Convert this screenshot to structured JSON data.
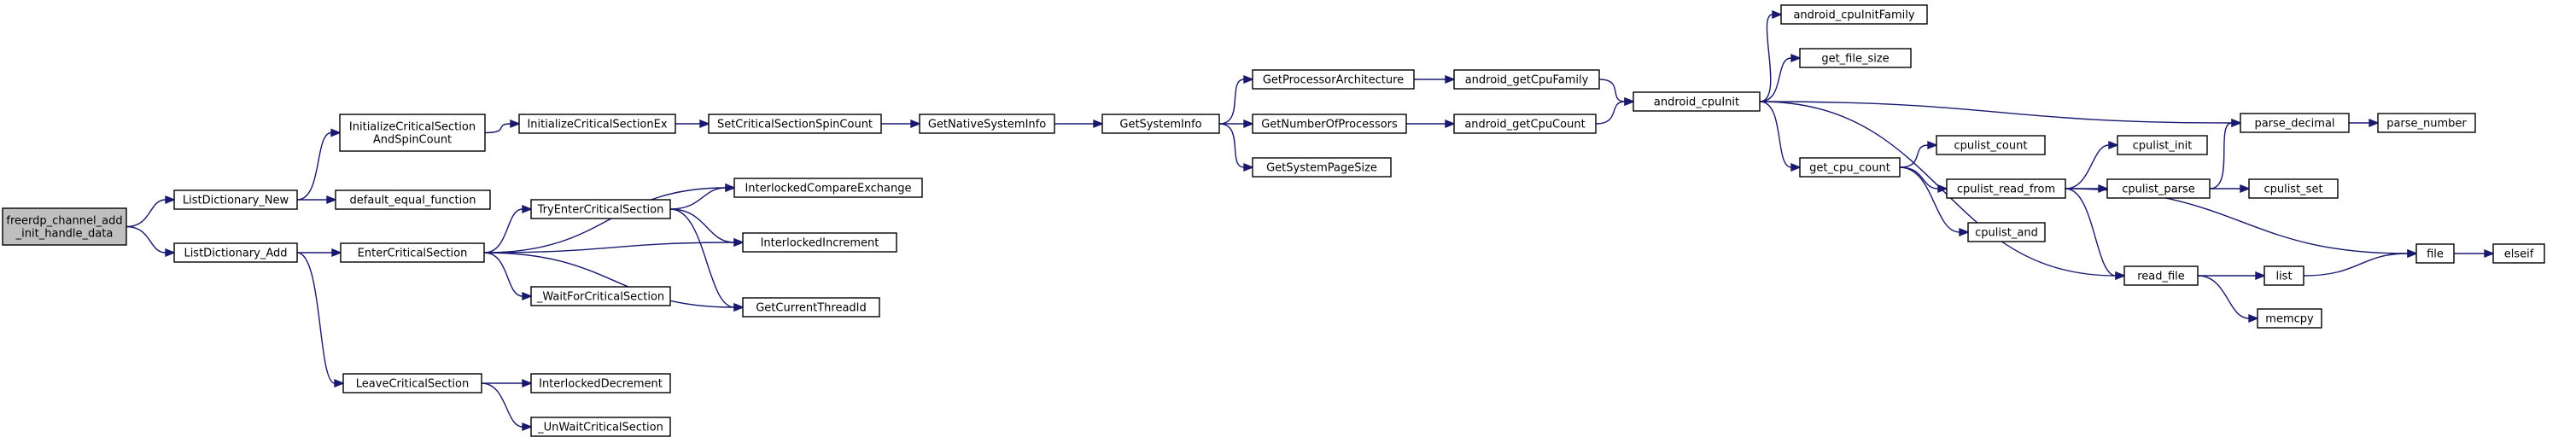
{
  "nodes": [
    {
      "id": "root",
      "lines": [
        "freerdp_channel_add",
        "_init_handle_data"
      ],
      "root": true
    },
    {
      "id": "ldnew",
      "lines": [
        "ListDictionary_New"
      ]
    },
    {
      "id": "ldadd",
      "lines": [
        "ListDictionary_Add"
      ]
    },
    {
      "id": "icsasc",
      "lines": [
        "InitializeCriticalSection",
        "AndSpinCount"
      ]
    },
    {
      "id": "defeq",
      "lines": [
        "default_equal_function"
      ]
    },
    {
      "id": "ecs",
      "lines": [
        "EnterCriticalSection"
      ]
    },
    {
      "id": "lcs",
      "lines": [
        "LeaveCriticalSection"
      ]
    },
    {
      "id": "icsex",
      "lines": [
        "InitializeCriticalSectionEx"
      ]
    },
    {
      "id": "tecs",
      "lines": [
        "TryEnterCriticalSection"
      ]
    },
    {
      "id": "wfcs",
      "lines": [
        "_WaitForCriticalSection"
      ]
    },
    {
      "id": "ildec",
      "lines": [
        "InterlockedDecrement"
      ]
    },
    {
      "id": "uwcs",
      "lines": [
        "_UnWaitCriticalSection"
      ]
    },
    {
      "id": "scssc",
      "lines": [
        "SetCriticalSectionSpinCount"
      ]
    },
    {
      "id": "ilce",
      "lines": [
        "InterlockedCompareExchange"
      ]
    },
    {
      "id": "ilinc",
      "lines": [
        "InterlockedIncrement"
      ]
    },
    {
      "id": "gctid",
      "lines": [
        "GetCurrentThreadId"
      ]
    },
    {
      "id": "gnsi",
      "lines": [
        "GetNativeSystemInfo"
      ]
    },
    {
      "id": "gsi",
      "lines": [
        "GetSystemInfo"
      ]
    },
    {
      "id": "gpa",
      "lines": [
        "GetProcessorArchitecture"
      ]
    },
    {
      "id": "gnop",
      "lines": [
        "GetNumberOfProcessors"
      ]
    },
    {
      "id": "gsps",
      "lines": [
        "GetSystemPageSize"
      ]
    },
    {
      "id": "agcf",
      "lines": [
        "android_getCpuFamily"
      ]
    },
    {
      "id": "agcc",
      "lines": [
        "android_getCpuCount"
      ]
    },
    {
      "id": "aci",
      "lines": [
        "android_cpuInit"
      ]
    },
    {
      "id": "acif",
      "lines": [
        "android_cpuInitFamily"
      ]
    },
    {
      "id": "gfs",
      "lines": [
        "get_file_size"
      ]
    },
    {
      "id": "gcc",
      "lines": [
        "get_cpu_count"
      ]
    },
    {
      "id": "clcount",
      "lines": [
        "cpulist_count"
      ]
    },
    {
      "id": "clrf",
      "lines": [
        "cpulist_read_from"
      ]
    },
    {
      "id": "cland",
      "lines": [
        "cpulist_and"
      ]
    },
    {
      "id": "clinit",
      "lines": [
        "cpulist_init"
      ]
    },
    {
      "id": "clparse",
      "lines": [
        "cpulist_parse"
      ]
    },
    {
      "id": "clset",
      "lines": [
        "cpulist_set"
      ]
    },
    {
      "id": "rf",
      "lines": [
        "read_file"
      ]
    },
    {
      "id": "list",
      "lines": [
        "list"
      ]
    },
    {
      "id": "memcpy",
      "lines": [
        "memcpy"
      ]
    },
    {
      "id": "pdec",
      "lines": [
        "parse_decimal"
      ]
    },
    {
      "id": "pnum",
      "lines": [
        "parse_number"
      ]
    },
    {
      "id": "file",
      "lines": [
        "file"
      ]
    },
    {
      "id": "elseif",
      "lines": [
        "elseif"
      ]
    }
  ],
  "edges": [
    [
      "root",
      "ldnew"
    ],
    [
      "root",
      "ldadd"
    ],
    [
      "ldnew",
      "icsasc"
    ],
    [
      "ldnew",
      "defeq"
    ],
    [
      "ldadd",
      "ecs"
    ],
    [
      "ldadd",
      "lcs"
    ],
    [
      "icsasc",
      "icsex"
    ],
    [
      "icsex",
      "scssc"
    ],
    [
      "scssc",
      "gnsi"
    ],
    [
      "gnsi",
      "gsi"
    ],
    [
      "gsi",
      "gpa"
    ],
    [
      "gsi",
      "gnop"
    ],
    [
      "gsi",
      "gsps"
    ],
    [
      "gpa",
      "agcf"
    ],
    [
      "gnop",
      "agcc"
    ],
    [
      "agcf",
      "aci"
    ],
    [
      "agcc",
      "aci"
    ],
    [
      "aci",
      "acif"
    ],
    [
      "aci",
      "gfs"
    ],
    [
      "aci",
      "pdec"
    ],
    [
      "aci",
      "gcc"
    ],
    [
      "aci",
      "rf"
    ],
    [
      "gcc",
      "clcount"
    ],
    [
      "gcc",
      "clrf"
    ],
    [
      "gcc",
      "cland"
    ],
    [
      "clrf",
      "clinit"
    ],
    [
      "clrf",
      "clparse"
    ],
    [
      "clrf",
      "rf"
    ],
    [
      "clrf",
      "file"
    ],
    [
      "clparse",
      "pdec"
    ],
    [
      "clparse",
      "clset"
    ],
    [
      "rf",
      "list"
    ],
    [
      "rf",
      "memcpy"
    ],
    [
      "list",
      "file"
    ],
    [
      "file",
      "elseif"
    ],
    [
      "pdec",
      "pnum"
    ],
    [
      "ecs",
      "tecs"
    ],
    [
      "ecs",
      "ilce"
    ],
    [
      "ecs",
      "ilinc"
    ],
    [
      "ecs",
      "wfcs"
    ],
    [
      "ecs",
      "gctid"
    ],
    [
      "tecs",
      "ilce"
    ],
    [
      "tecs",
      "ilinc"
    ],
    [
      "tecs",
      "gctid"
    ],
    [
      "lcs",
      "ildec"
    ],
    [
      "lcs",
      "uwcs"
    ]
  ]
}
